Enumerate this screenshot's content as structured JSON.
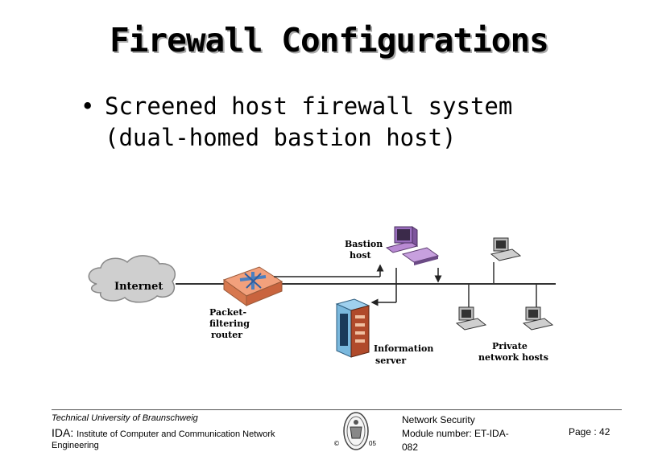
{
  "title": "Firewall Configurations",
  "bullet": {
    "marker": "•",
    "text": "Screened host firewall system (dual-homed bastion host)"
  },
  "diagram": {
    "labels": {
      "internet": "Internet",
      "router": [
        "Packet-",
        "filtering",
        "router"
      ],
      "bastion": [
        "Bastion",
        "host"
      ],
      "info_server": [
        "Information",
        "server"
      ],
      "private_hosts": [
        "Private",
        "network hosts"
      ]
    },
    "icons": [
      "internet-cloud",
      "router",
      "bastion-host-computer",
      "information-server",
      "private-host-computer"
    ],
    "colors": {
      "cloud": "#cfcfcf",
      "router": "#f2a07c",
      "bastion": "#b98ad3",
      "server": "#7ab8dd",
      "host": "#b9b9b9"
    }
  },
  "footer": {
    "university": "Technical University of Braunschweig",
    "ida": "IDA:",
    "institute": "Institute of Computer and Communication Network",
    "engineering": "Engineering",
    "copyright": "©",
    "year": "05",
    "course_line1": "Network Security",
    "course_line2": "Module number: ET-IDA-",
    "course_line3": "082",
    "page_label": "Page :",
    "page_number": "42"
  }
}
